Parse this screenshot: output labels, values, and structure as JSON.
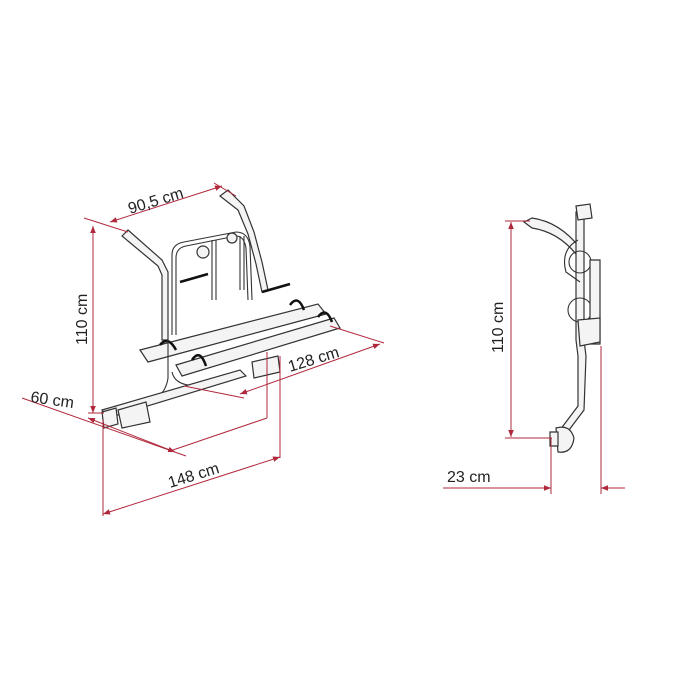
{
  "front_view": {
    "width_label": "90,5 cm",
    "height_label": "110 cm",
    "depth_label": "60 cm",
    "rail_label": "128 cm",
    "total_width_label": "148 cm"
  },
  "side_view": {
    "height_label": "110 cm",
    "depth_label": "23 cm"
  },
  "colors": {
    "dimension_line": "#b0283c",
    "drawing": "#333333",
    "text": "#222222"
  }
}
